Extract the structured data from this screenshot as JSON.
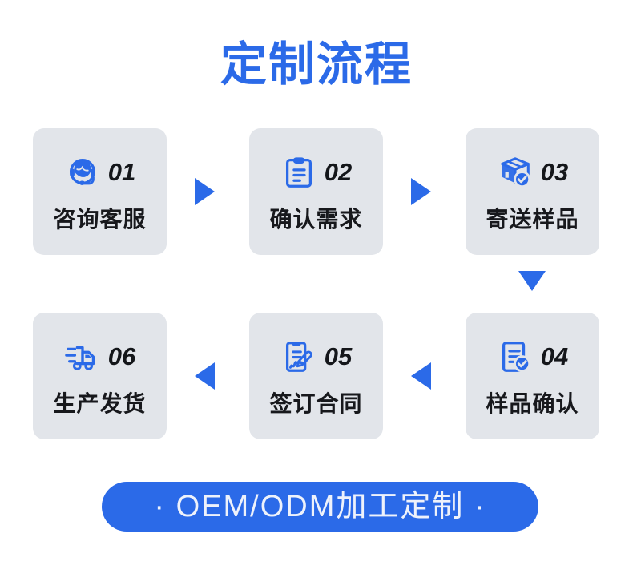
{
  "page": {
    "title": "定制流程",
    "accent_color": "#2b6ae8",
    "card_bg_color": "#e2e5ea",
    "text_color": "#17181c",
    "background_color": "#ffffff"
  },
  "steps": [
    {
      "number": "01",
      "label": "咨询客服",
      "icon": "headset-support-icon"
    },
    {
      "number": "02",
      "label": "确认需求",
      "icon": "clipboard-list-icon"
    },
    {
      "number": "03",
      "label": "寄送样品",
      "icon": "package-check-icon"
    },
    {
      "number": "04",
      "label": "样品确认",
      "icon": "document-check-icon"
    },
    {
      "number": "05",
      "label": "签订合同",
      "icon": "contract-sign-icon"
    },
    {
      "number": "06",
      "label": "生产发货",
      "icon": "delivery-truck-icon"
    }
  ],
  "arrows": [
    {
      "name": "arrow-step1-to-step2",
      "direction": "right"
    },
    {
      "name": "arrow-step2-to-step3",
      "direction": "right"
    },
    {
      "name": "arrow-step3-to-step4",
      "direction": "down"
    },
    {
      "name": "arrow-step4-to-step5",
      "direction": "left"
    },
    {
      "name": "arrow-step5-to-step6",
      "direction": "left"
    }
  ],
  "banner": {
    "text": "· OEM/ODM加工定制 ·",
    "background_color": "#2b6ae8",
    "text_color": "#eef2fb"
  }
}
